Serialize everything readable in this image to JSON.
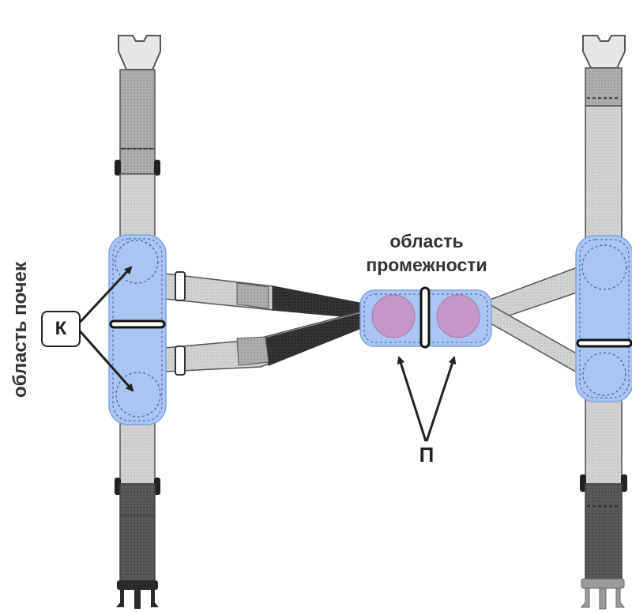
{
  "labels": {
    "kidney_area": "область почек",
    "perineum_area_line1": "область",
    "perineum_area_line2": "промежности",
    "k_marker": "К",
    "p_marker": "П"
  },
  "colors": {
    "pad_blue": "#a9c6f3",
    "pad_outline": "#6f95cf",
    "zone_purple": "#c497c8",
    "strap_light": "#d4d4d4",
    "strap_mid": "#b3b3b3",
    "strap_dark": "#5e5e5e",
    "strap_black": "#333333",
    "arrow": "#222222"
  },
  "icons": [
    "buckle-icon",
    "arrow-icon",
    "kidney-zone-icon",
    "perineum-zone-icon"
  ]
}
